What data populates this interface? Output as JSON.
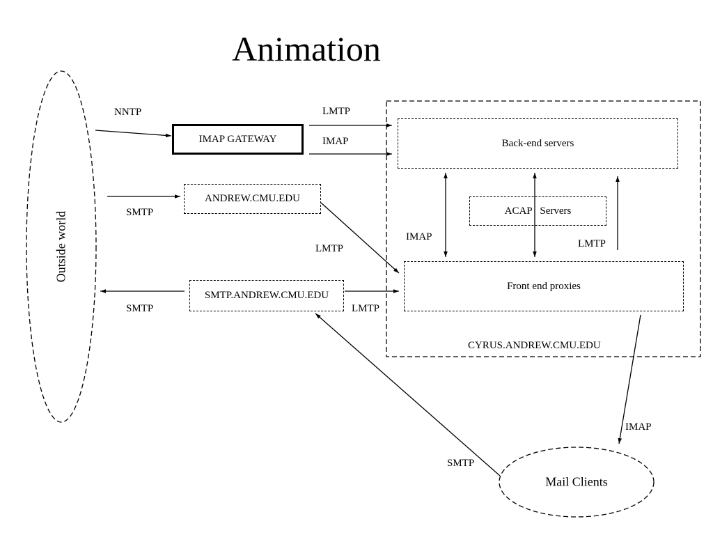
{
  "title": "Animation",
  "nodes": {
    "outside_world": "Outside world",
    "imap_gateway": "IMAP GATEWAY",
    "andrew": "ANDREW.CMU.EDU",
    "smtp_andrew": "SMTP.ANDREW.CMU.EDU",
    "backend": "Back-end servers",
    "acap": "ACAP   Servers",
    "frontend": "Front end proxies",
    "cyrus": "CYRUS.ANDREW.CMU.EDU",
    "mail_clients": "Mail Clients"
  },
  "edges": {
    "nntp_in": "NNTP",
    "gateway_lmtp": "LMTP",
    "gateway_imap": "IMAP",
    "smtp_in": "SMTP",
    "andrew_lmtp": "LMTP",
    "smtp_out": "SMTP",
    "smtp_andrew_lmtp": "LMTP",
    "backend_frontend_imap": "IMAP",
    "frontend_backend_lmtp": "LMTP",
    "frontend_clients_imap": "IMAP",
    "clients_smtp": "SMTP"
  }
}
